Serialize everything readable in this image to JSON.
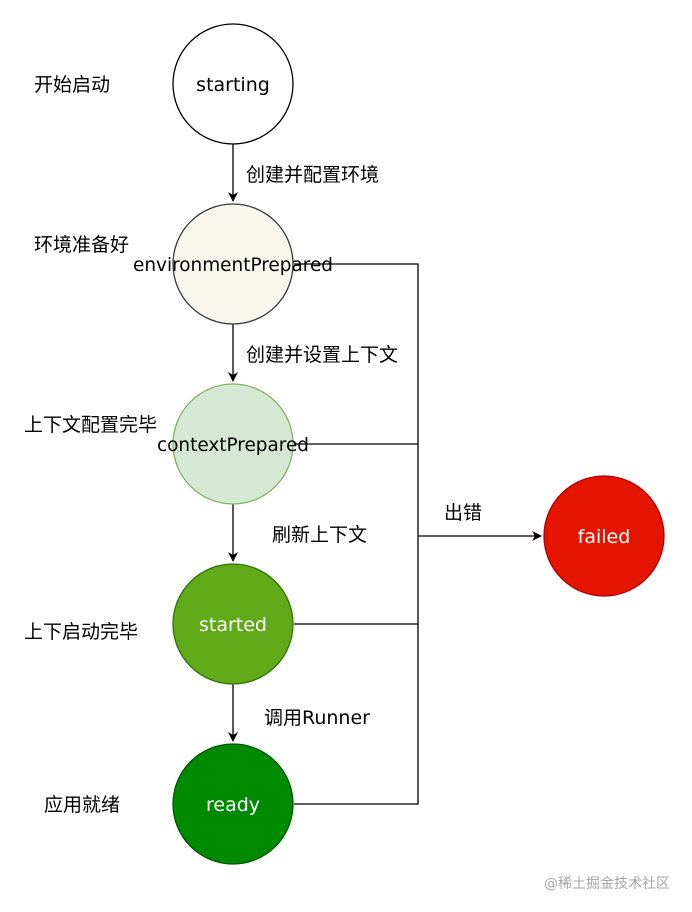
{
  "nodes": {
    "starting": {
      "label": "starting",
      "side_label": "开始启动",
      "fill": "#ffffff",
      "stroke": "#000000",
      "text_color": "#000000"
    },
    "environmentPrepared": {
      "label": "environmentPrepared",
      "side_label": "环境准备好",
      "fill": "#f9f7ed",
      "stroke": "#36393d",
      "text_color": "#000000"
    },
    "contextPrepared": {
      "label": "contextPrepared",
      "side_label": "上下文配置完毕",
      "fill": "#d5e8d4",
      "stroke": "#82b366",
      "text_color": "#000000"
    },
    "started": {
      "label": "started",
      "side_label": "上下启动完毕",
      "fill": "#60a917",
      "stroke": "#2d7600",
      "text_color": "#ffffff"
    },
    "ready": {
      "label": "ready",
      "side_label": "应用就绪",
      "fill": "#008a00",
      "stroke": "#005700",
      "text_color": "#ffffff"
    },
    "failed": {
      "label": "failed",
      "fill": "#e51400",
      "stroke": "#b20000",
      "text_color": "#ffffff"
    }
  },
  "edges": {
    "create_env": "创建并配置环境",
    "create_context": "创建并设置上下文",
    "refresh_context": "刷新上下文",
    "call_runner": "调用Runner",
    "error": "出错"
  },
  "watermark": "@稀土掘金技术社区"
}
